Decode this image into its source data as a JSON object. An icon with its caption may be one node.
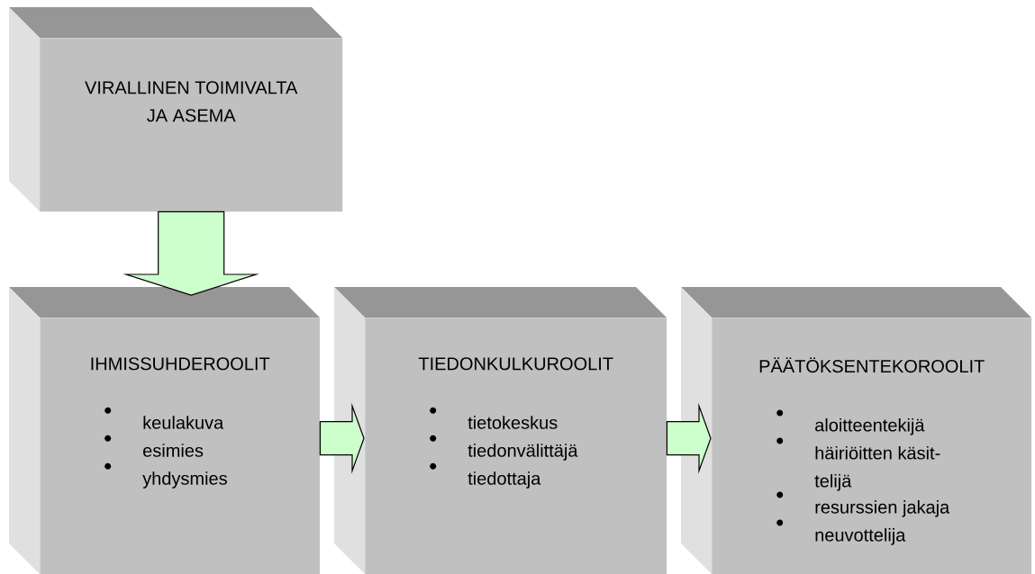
{
  "diagram": {
    "nodes": [
      {
        "text": [
          "VIRALLINEN TOIMIVALTA JA ASEMA"
        ]
      },
      {
        "text": [
          "IHMISSUHDEROOLIT",
          "keulakuva",
          "esimies",
          "yhdysmies"
        ]
      },
      {
        "text": [
          "TIEDONKULKUROOLIT",
          "tietokeskus",
          "tiedonvälittäjä",
          "tiedottaja"
        ]
      },
      {
        "text": [
          "PÄÄTÖKSENTEKOROOLIT",
          "aloitteentekijä",
          "häiriöitten käsit- telijä",
          "resurssien jakaja",
          "neuvottelija"
        ]
      }
    ],
    "edges": [
      {
        "from": 0,
        "to": 1,
        "arrow": "to"
      },
      {
        "from": 1,
        "to": 2,
        "arrow": "to"
      },
      {
        "from": 2,
        "to": 3,
        "arrow": "to"
      }
    ]
  }
}
